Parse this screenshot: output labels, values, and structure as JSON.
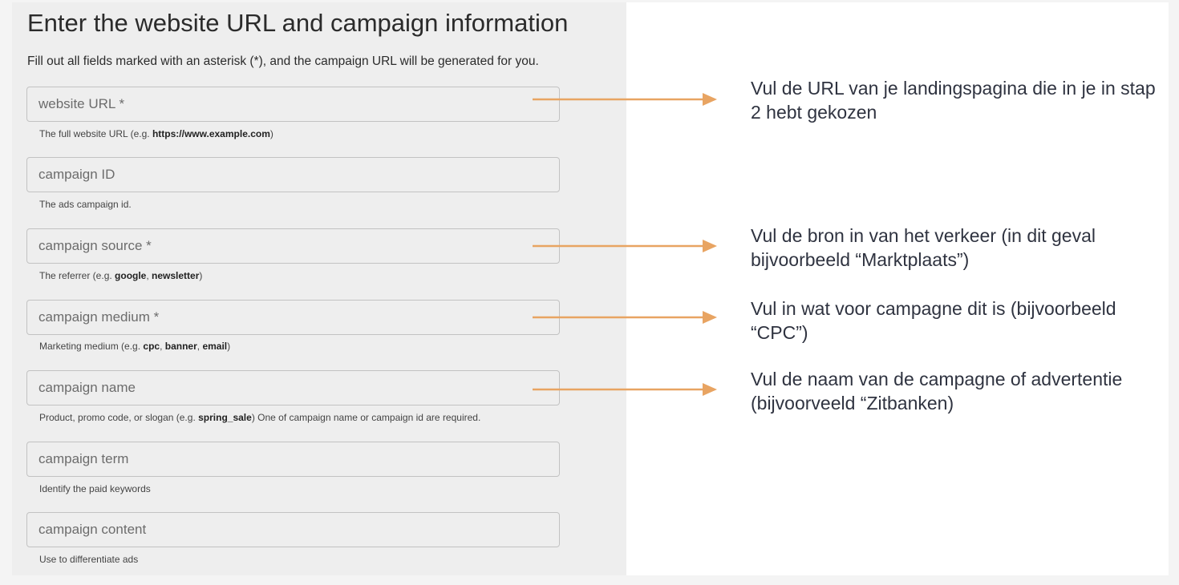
{
  "form": {
    "title": "Enter the website URL and campaign information",
    "subtitle": "Fill out all fields marked with an asterisk (*), and the campaign URL will be generated for you.",
    "fields": [
      {
        "placeholder": "website URL *",
        "hint_before": "The full website URL (e.g. ",
        "hint_bold_1": "https://www.example.com",
        "hint_after": ")"
      },
      {
        "placeholder": "campaign ID",
        "hint": "The ads campaign id."
      },
      {
        "placeholder": "campaign source *",
        "hint_before": "The referrer (e.g. ",
        "hint_bold_1": "google",
        "hint_sep_1": ", ",
        "hint_bold_2": "newsletter",
        "hint_after": ")"
      },
      {
        "placeholder": "campaign medium *",
        "hint_before": "Marketing medium (e.g. ",
        "hint_bold_1": "cpc",
        "hint_sep_1": ", ",
        "hint_bold_2": "banner",
        "hint_sep_2": ", ",
        "hint_bold_3": "email",
        "hint_after": ")"
      },
      {
        "placeholder": "campaign name",
        "hint_before": "Product, promo code, or slogan (e.g. ",
        "hint_bold_1": "spring_sale",
        "hint_after": ") One of campaign name or campaign id are required."
      },
      {
        "placeholder": "campaign term",
        "hint": "Identify the paid keywords"
      },
      {
        "placeholder": "campaign content",
        "hint": "Use to differentiate ads"
      }
    ]
  },
  "annotations": [
    "Vul de URL van je landingspagina die in je in stap 2 hebt gekozen",
    "Vul de bron in van het verkeer (in dit geval bijvoorbeeld “Marktplaats”)",
    "Vul in wat voor campagne dit is (bijvoorbeeld “CPC”)",
    "Vul de naam van de campagne of advertentie (bijvoorveeld “Zitbanken)"
  ],
  "colors": {
    "arrow": "#e8a462",
    "panel": "#eeeeee",
    "annotation_text": "#2f3340"
  }
}
